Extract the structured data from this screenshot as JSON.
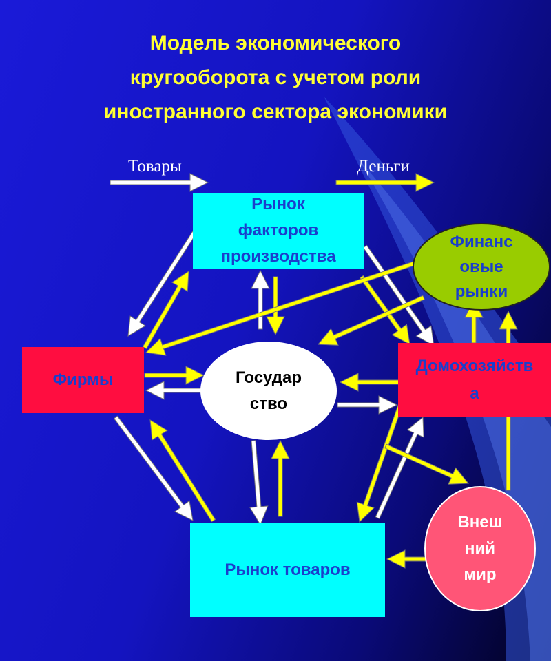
{
  "title_lines": [
    "Модель экономического",
    "кругооборота с учетом роли",
    "иностранного сектора экономики"
  ],
  "legend": {
    "goods": "Товары",
    "money": "Деньги"
  },
  "nodes": {
    "factor_market": [
      "Рынок",
      "факторов",
      "производства"
    ],
    "goods_market": "Рынок товаров",
    "firms": "Фирмы",
    "households": [
      "Домохозяйств",
      "а"
    ],
    "government": [
      "Государ",
      "ство"
    ],
    "financial_markets": [
      "Финанс",
      "овые",
      "рынки"
    ],
    "foreign_world": [
      "Внеш",
      "ний",
      "мир"
    ]
  },
  "colors": {
    "background": "#1414c0",
    "title": "#ffff33",
    "market_box": "#00ffff",
    "agent_box": "#ff0d40",
    "financial_markets": "#99cc00",
    "foreign_world": "#ff5577",
    "goods_arrow": "#ffffff",
    "money_arrow": "#ffff00"
  }
}
